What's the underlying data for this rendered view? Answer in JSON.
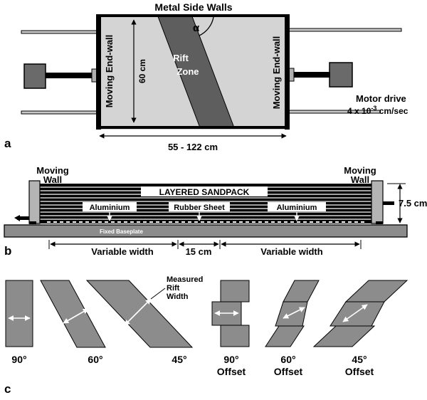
{
  "panel_a": {
    "letter": "a",
    "title": "Metal Side Walls",
    "angle": "α",
    "height": "60 cm",
    "rift": "Rift",
    "zone": "Zone",
    "left_wall": "Moving End-wall",
    "right_wall": "Moving End-wall",
    "motor_line1": "Motor drive",
    "motor_line2_prefix": "4 x 10",
    "motor_line2_exp": "-3",
    "motor_line2_suffix": " cm/sec",
    "width": "55 - 122 cm"
  },
  "panel_b": {
    "letter": "b",
    "left_wall_line1": "Moving",
    "left_wall_line2": "Wall",
    "right_wall_line1": "Moving",
    "right_wall_line2": "Wall",
    "sandpack": "LAYERED SANDPACK",
    "aluminium_left": "Aluminium",
    "rubber": "Rubber Sheet",
    "aluminium_right": "Aluminium",
    "baseplate": "Fixed Baseplate",
    "height": "7.5 cm",
    "width_left": "Variable width",
    "width_center": "15 cm",
    "width_right": "Variable width"
  },
  "panel_c": {
    "letter": "c",
    "measured_line1": "Measured",
    "measured_line2": "Rift",
    "measured_line3": "Width",
    "labels": {
      "a90": "90°",
      "a60": "60°",
      "a45": "45°",
      "o90": "90°",
      "o60": "60°",
      "o45": "45°",
      "offset": "Offset"
    }
  },
  "colors": {
    "box_fill": "#d4d4d4",
    "rift_fill": "#5e5e5e",
    "shape_fill": "#8c8c8c",
    "black": "#000000"
  }
}
